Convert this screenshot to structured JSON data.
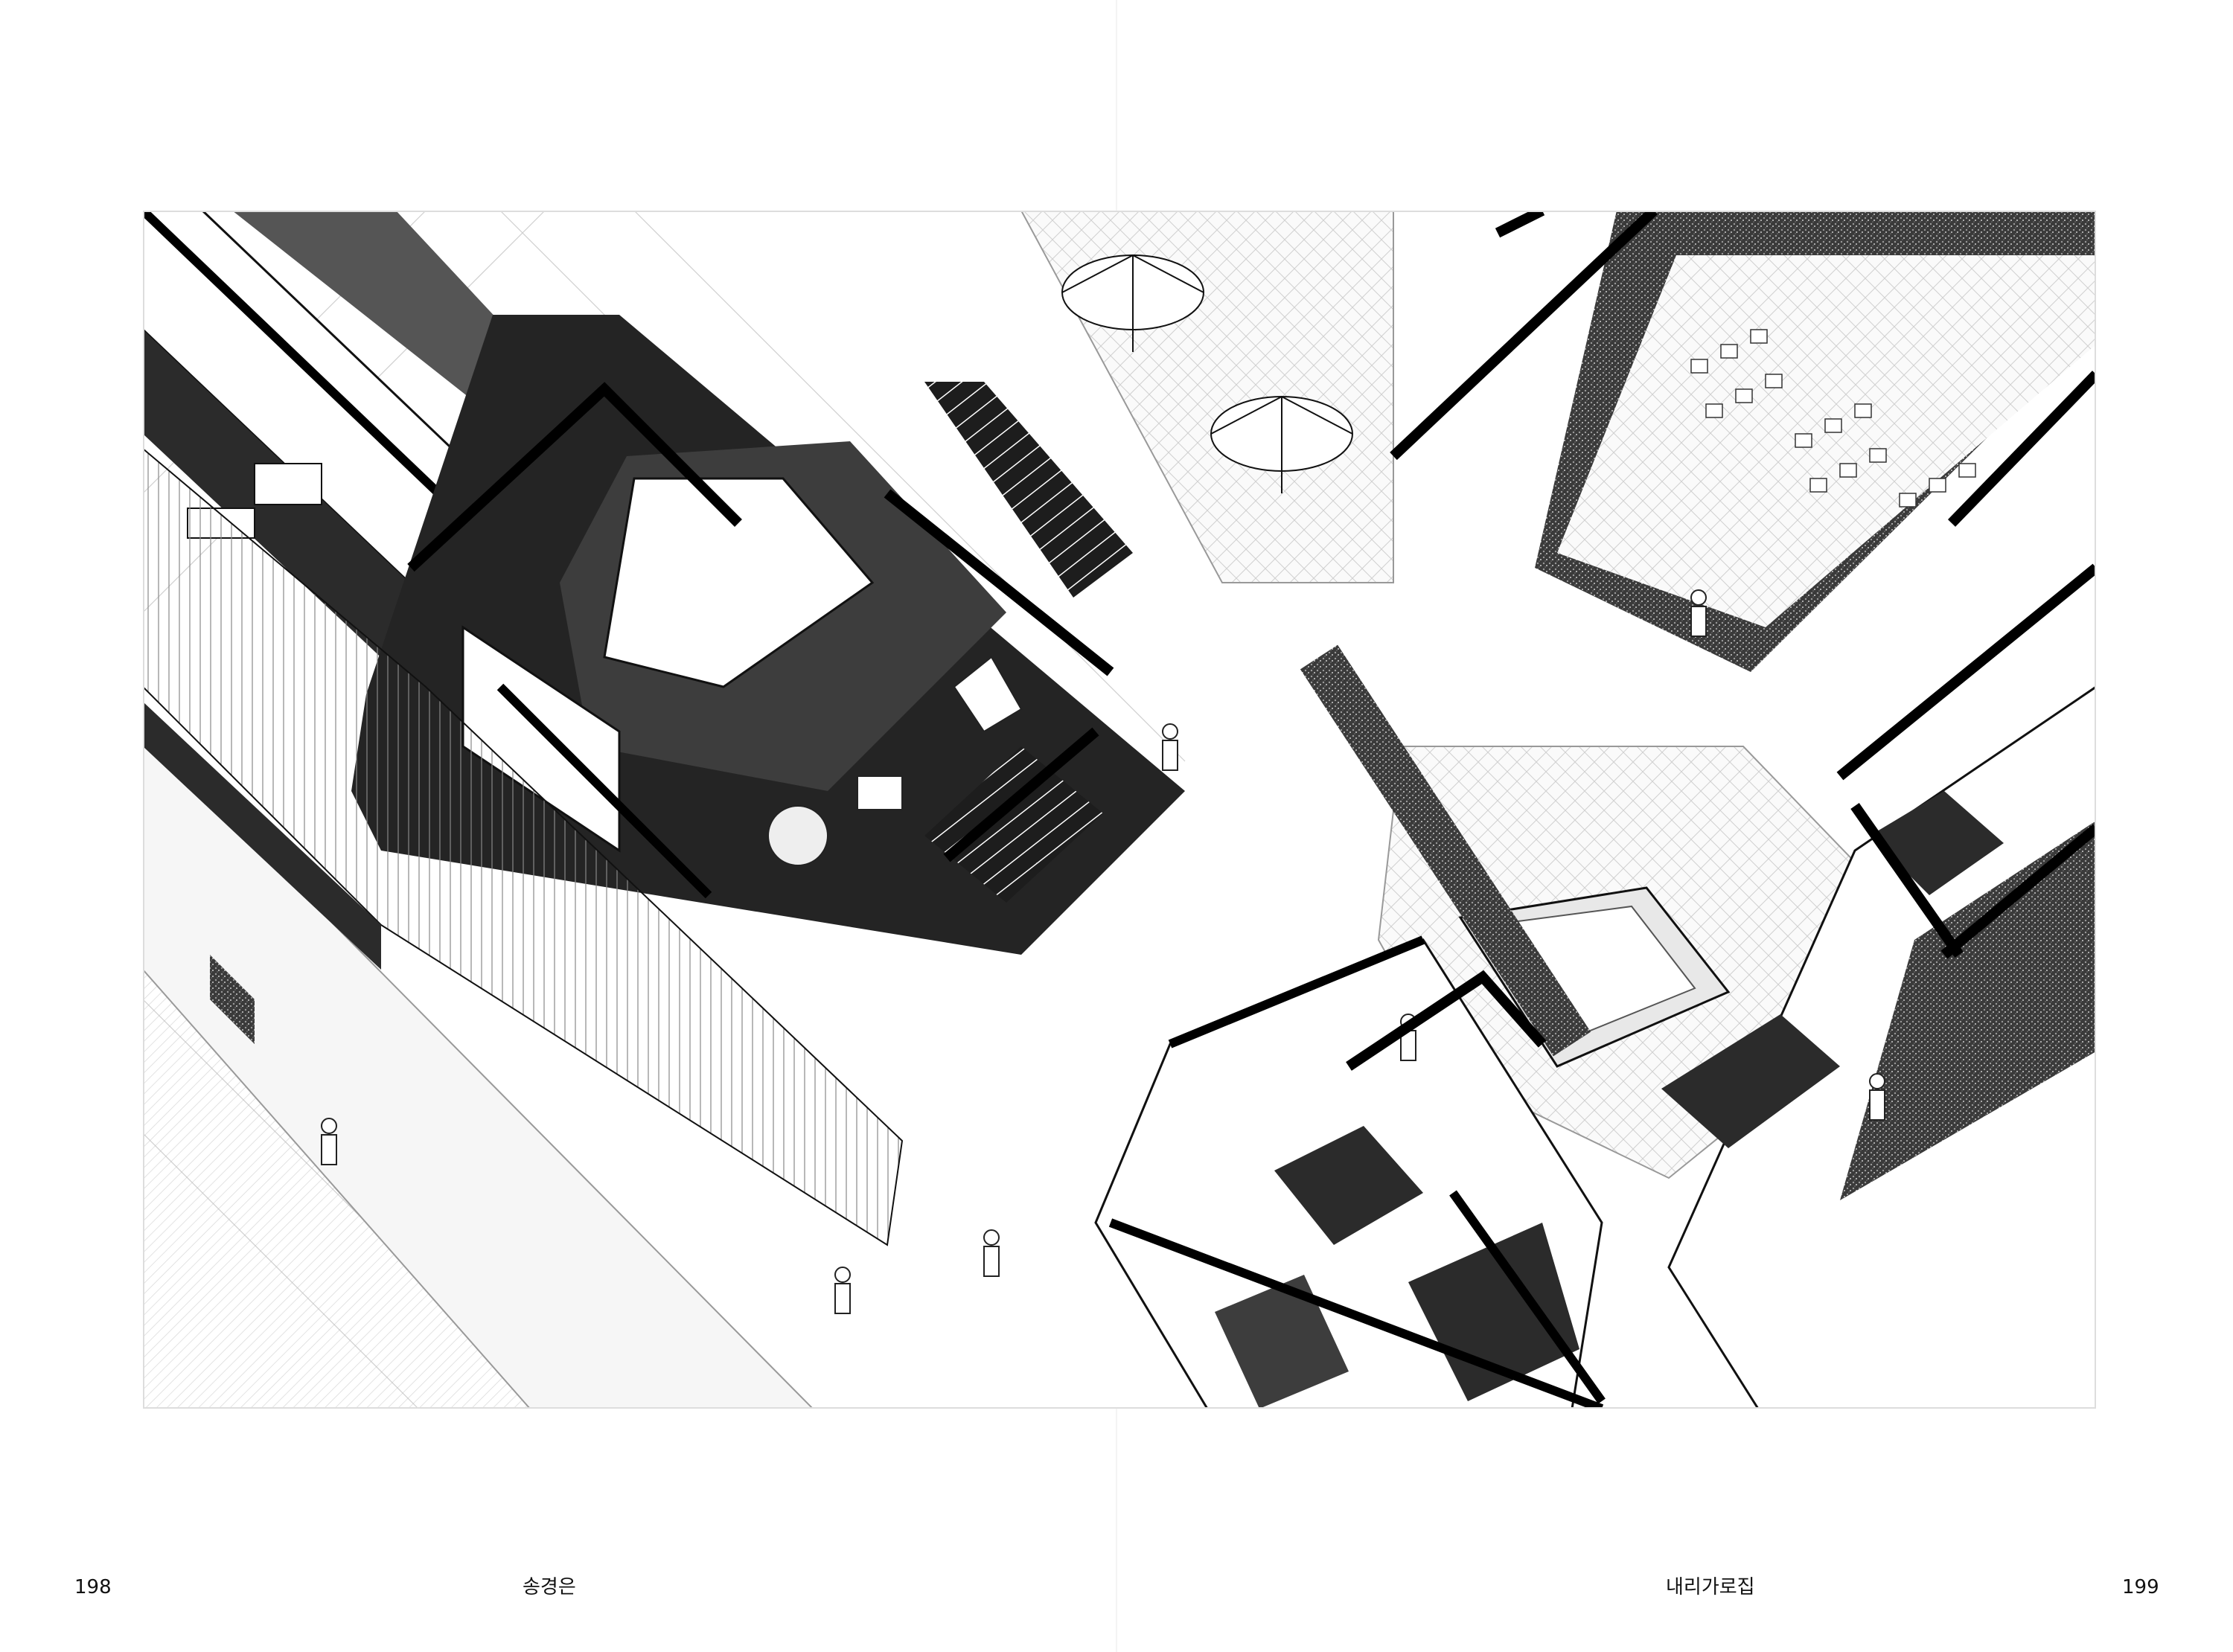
{
  "left_page": {
    "page_number": "198",
    "author": "송경은"
  },
  "right_page": {
    "title": "내리가로집",
    "page_number": "199"
  },
  "drawing": {
    "kind": "axonometric-illustration",
    "palette": {
      "ink": "#111111",
      "dark_fill": "#2b2b2b",
      "mid_fill": "#5a5a5a",
      "paper": "#ffffff"
    }
  }
}
